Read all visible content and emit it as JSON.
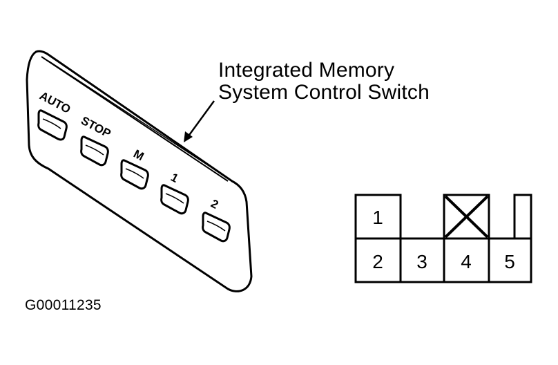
{
  "callout": {
    "line1": "Integrated Memory",
    "line2": "System Control Switch"
  },
  "switch_buttons": [
    {
      "label": "AUTO"
    },
    {
      "label": "STOP"
    },
    {
      "label": "M"
    },
    {
      "label": "1"
    },
    {
      "label": "2"
    }
  ],
  "connector": {
    "pins": [
      {
        "number": "1"
      },
      {
        "number": "2"
      },
      {
        "number": "3"
      },
      {
        "number": "4"
      },
      {
        "number": "5"
      }
    ]
  },
  "figure_id": "G00011235"
}
